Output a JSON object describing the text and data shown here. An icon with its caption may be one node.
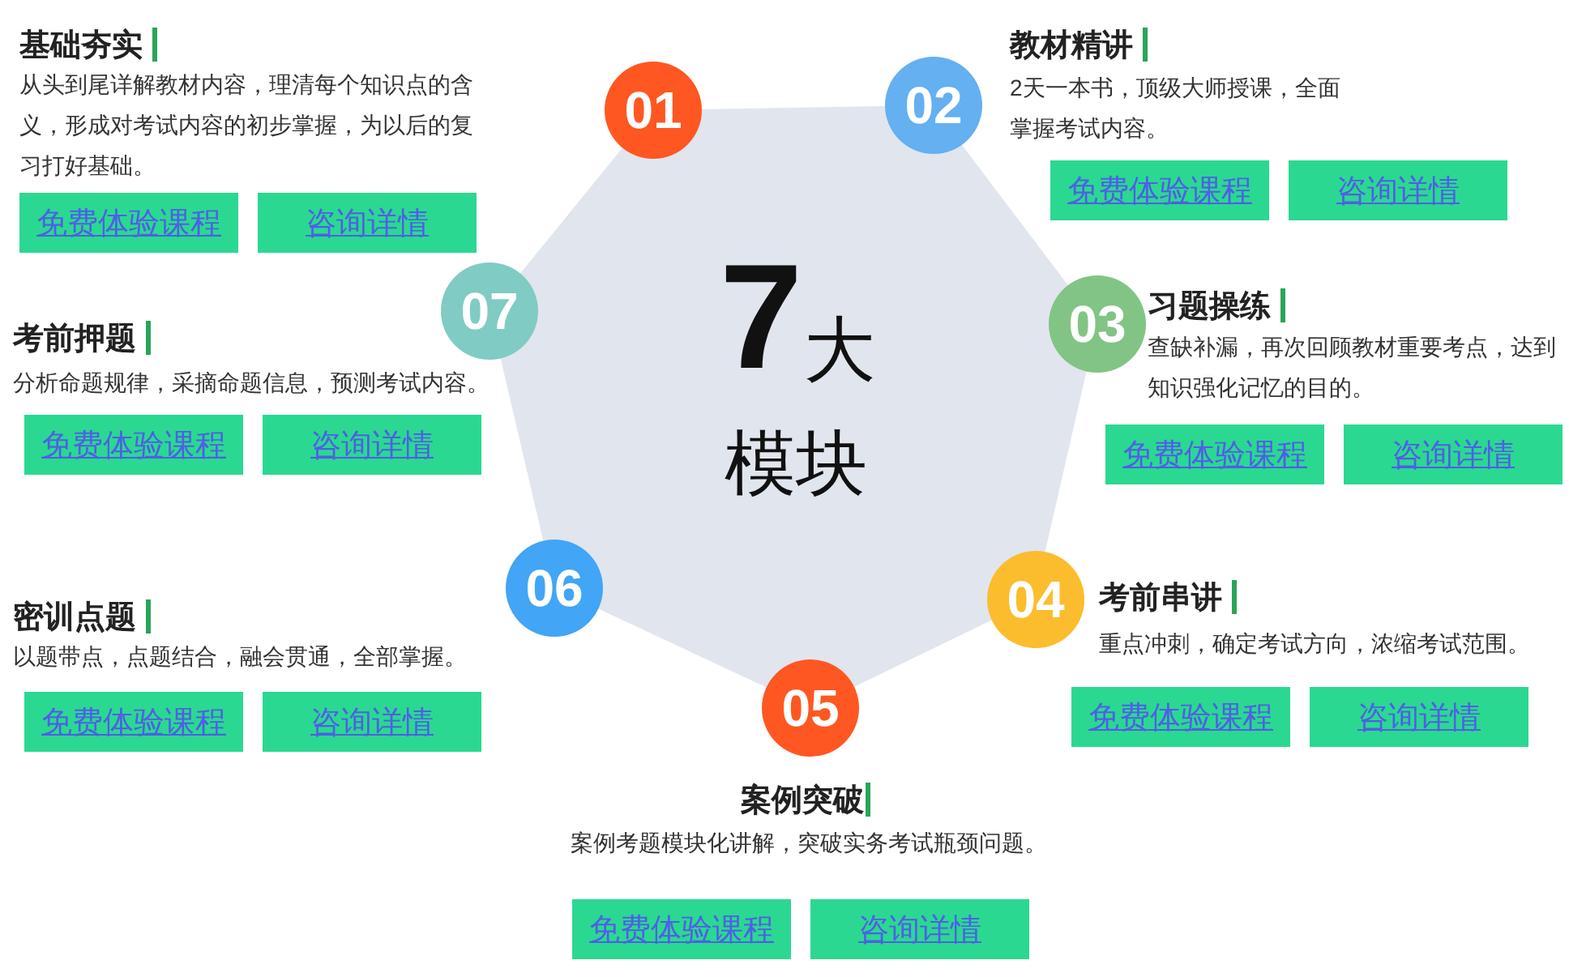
{
  "diagram": {
    "nodes": [
      {
        "text": [
          "7",
          "大",
          "模块"
        ]
      },
      {
        "text": [
          "01"
        ]
      },
      {
        "text": [
          "02"
        ]
      },
      {
        "text": [
          "03"
        ]
      },
      {
        "text": [
          "04"
        ]
      },
      {
        "text": [
          "05"
        ]
      },
      {
        "text": [
          "06"
        ]
      },
      {
        "text": [
          "07"
        ]
      },
      {
        "text": [
          "免费体验课程"
        ]
      },
      {
        "text": [
          "咨询详情"
        ]
      },
      {
        "text": [
          "免费体验课程"
        ]
      },
      {
        "text": [
          "咨询详情"
        ]
      },
      {
        "text": [
          "免费体验课程"
        ]
      },
      {
        "text": [
          "咨询详情"
        ]
      },
      {
        "text": [
          "免费体验课程"
        ]
      },
      {
        "text": [
          "咨询详情"
        ]
      },
      {
        "text": [
          "免费体验课程"
        ]
      },
      {
        "text": [
          "咨询详情"
        ]
      },
      {
        "text": [
          "免费体验课程"
        ]
      },
      {
        "text": [
          "咨询详情"
        ]
      },
      {
        "text": [
          "免费体验课程"
        ]
      },
      {
        "text": [
          "咨询详情"
        ]
      }
    ],
    "edges": [],
    "labels": [
      "基础夯实",
      "从头到尾详解教材内容，理清每个知识点的含义，形成对考试内容的初步掌握，为以后的复习打好基础。",
      "教材精讲",
      "2天一本书，顶级大师授课，全面掌握考试内容。",
      "习题操练",
      "查缺补漏，再次回顾教材重要考点，达到知识强化记忆的目的。",
      "考前串讲",
      "重点冲刺，确定考试方向，浓缩考试范围。",
      "案例突破",
      "案例考题模块化讲解，突破实务考试瓶颈问题。",
      "密训点题",
      "以题带点，点题结合，融会贯通，全部掌握。",
      "考前押题",
      "分析命题规律，采摘命题信息，预测考试内容。"
    ]
  }
}
